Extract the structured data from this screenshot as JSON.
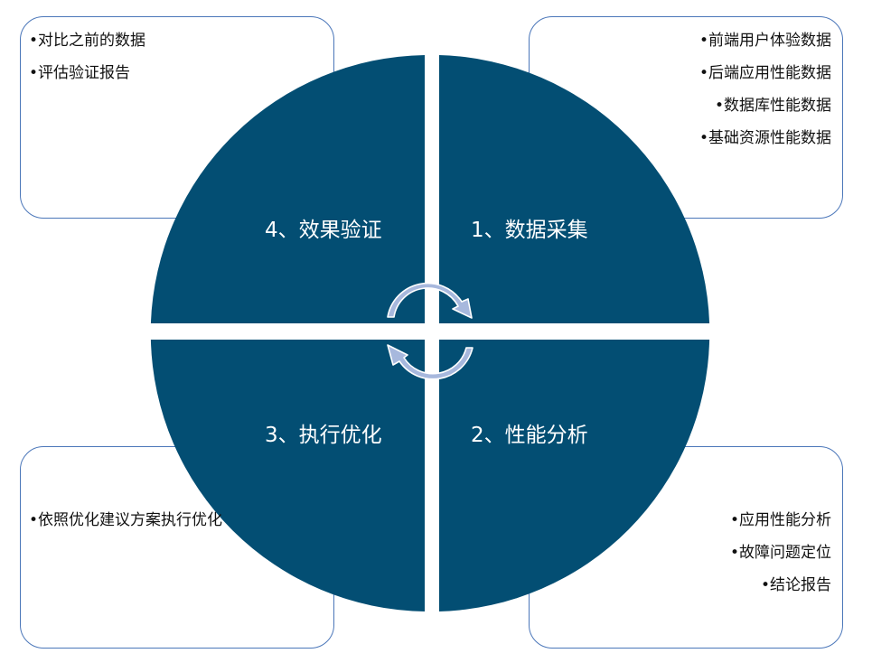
{
  "quadrants": [
    {
      "label": "1、数据采集",
      "items": [
        "前端用户体验数据",
        "后端应用性能数据",
        "数据库性能数据",
        "基础资源性能数据"
      ]
    },
    {
      "label": "2、性能分析",
      "items": [
        "应用性能分析",
        "故障问题定位",
        "结论报告"
      ]
    },
    {
      "label": "3、执行优化",
      "items": [
        "依照优化建议方案执行优化"
      ]
    },
    {
      "label": "4、效果验证",
      "items": [
        "对比之前的数据",
        "评估验证报告"
      ]
    }
  ],
  "colors": {
    "circle": "#034e73",
    "box_border": "#4a76b9",
    "arrow": "#a7b8dd"
  }
}
